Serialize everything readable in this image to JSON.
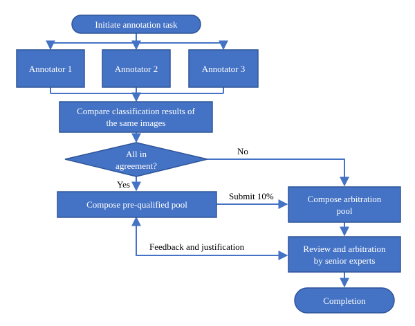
{
  "colors": {
    "fill": "#4472C4",
    "stroke": "#2F5597",
    "text": "#ffffff",
    "arrow": "#4472C4",
    "edge_text": "#000000"
  },
  "nodes": {
    "start": "Initiate annotation task",
    "annotator1": "Annotator 1",
    "annotator2": "Annotator 2",
    "annotator3": "Annotator 3",
    "compare": "Compare classification results of\nthe same images",
    "decision": "All in\nagreement?",
    "prequalified": "Compose pre-qualified pool",
    "arbitration_pool": "Compose arbitration\npool",
    "review": "Review and arbitration\nby senior experts",
    "completion": "Completion"
  },
  "edges": {
    "no": "No",
    "yes": "Yes",
    "submit": "Submit 10%",
    "feedback": "Feedback and justification"
  }
}
